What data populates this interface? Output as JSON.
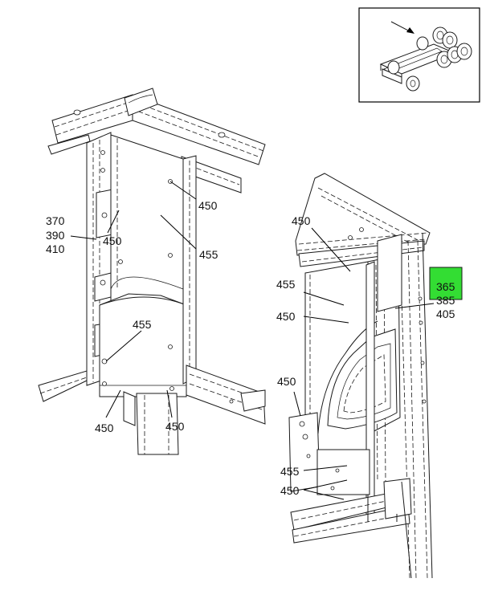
{
  "diagram": {
    "highlight_color": "#33dd33",
    "callouts": {
      "left_group": [
        "370",
        "390",
        "410"
      ],
      "right_group": [
        "365",
        "385",
        "405"
      ],
      "left_450_top": "450",
      "left_450_mid": "450",
      "left_455_mid": "455",
      "left_455_low": "455",
      "left_450_bot_left": "450",
      "left_450_bot_right": "450",
      "right_450_top": "450",
      "right_455_upper": "455",
      "right_450_upper": "450",
      "right_450_mid": "450",
      "right_455_low": "455",
      "right_450_low": "450"
    },
    "inset": {
      "icon": "truck-chassis-locator-icon"
    }
  }
}
